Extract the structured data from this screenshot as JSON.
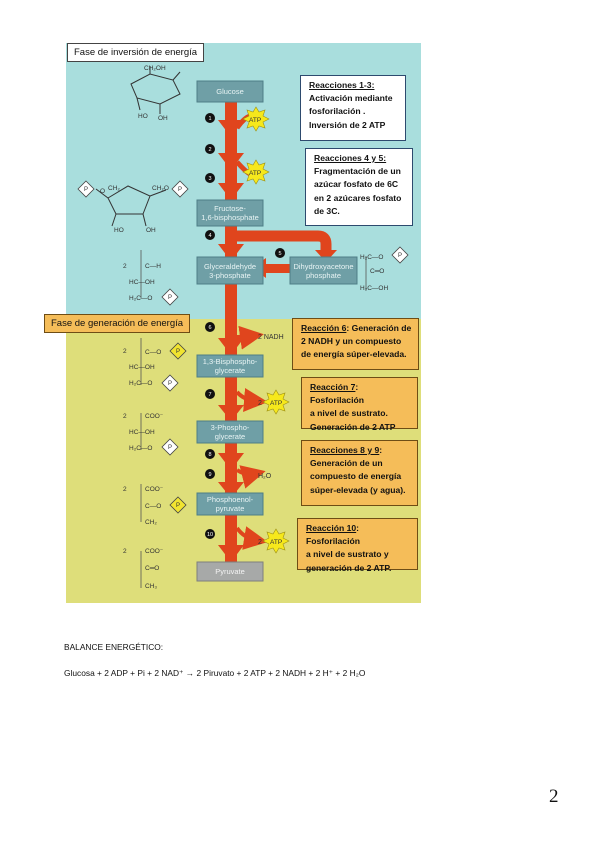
{
  "phases": {
    "investment": "Fase de inversión de energía",
    "generation": "Fase de generación de energía"
  },
  "molecules": {
    "glucose": "Glucose",
    "fructose_bp": "Fructose-\n1,6-bisphosphate",
    "g3p": "Glyceraldehyde\n3-phosphate",
    "dhap": "Dihydroxyacetone\nphosphate",
    "bpg": "1,3-Bisphospho-\nglycerate",
    "pg3": "3-Phospho-\nglycerate",
    "pep": "Phosphoenol-\npyruvate",
    "pyruvate": "Pyruvate"
  },
  "steps": [
    "1",
    "2",
    "3",
    "4",
    "5",
    "6",
    "7",
    "8",
    "9",
    "10"
  ],
  "side_labels": {
    "atp": "ATP",
    "nadh": "2 NADH",
    "two": "2",
    "h2o": "H₂O",
    "phosphate": "P"
  },
  "notes": {
    "n1": {
      "header": "Reacciones 1-3:",
      "lines": [
        "Activación mediante",
        "fosforilación .",
        "Inversión de 2 ATP"
      ]
    },
    "n2": {
      "header": "Reacciones 4 y 5:",
      "lines": [
        "Fragmentación de un",
        "azúcar fosfato de 6C",
        "en 2 azúcares fosfato",
        "de 3C."
      ]
    },
    "n3": {
      "header": "Reacción 6",
      "rest": ": Generación de",
      "lines": [
        "2 NADH y un compuesto",
        "de energía súper-elevada."
      ]
    },
    "n4": {
      "header": "Reacción 7",
      "rest": ": Fosforilación",
      "lines": [
        "a nivel de sustrato.",
        "Generación de 2 ATP"
      ]
    },
    "n5": {
      "header": "Reacciones 8 y 9",
      "rest": ":",
      "lines": [
        "Generación de un",
        "compuesto de energía",
        "súper-elevada (y agua)."
      ]
    },
    "n6": {
      "header": "Reacción 10",
      "rest": ": Fosforilación",
      "lines": [
        "a nivel de sustrato y",
        "generación de 2 ATP."
      ]
    }
  },
  "balance": {
    "title": "BALANCE ENERGÉTICO:",
    "equation": "Glucosa + 2 ADP + Pi  + 2 NAD⁺ → 2 Piruvato + 2 ATP + 2 NADH + 2 H⁺ + 2 H₂O"
  },
  "page_number": "2",
  "colors": {
    "investment_bg": "#a9dedd",
    "generation_bg": "#dede7a",
    "arrow": "#e0451d",
    "box": "#6f9fa6",
    "pyruvate_box": "#a7a9a8",
    "atp_star": "#f6e81c",
    "phosphate_yellow": "#f1e430"
  }
}
